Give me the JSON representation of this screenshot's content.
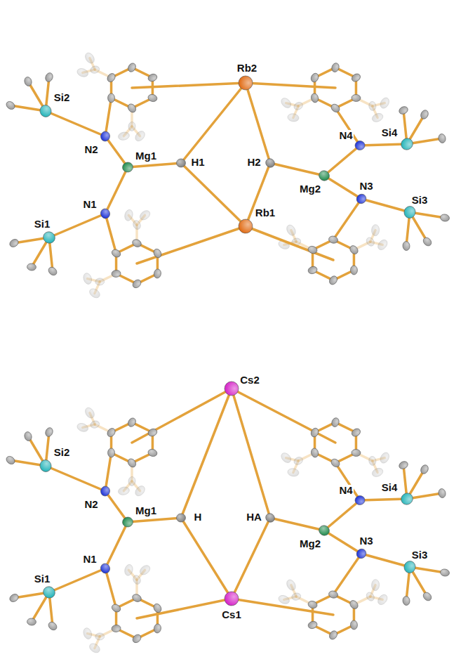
{
  "diagram": {
    "labels": [
      "Rb2",
      "Si2",
      "N2",
      "Mg1",
      "H1",
      "H2",
      "Mg2",
      "N4",
      "Si4",
      "N3",
      "Si3",
      "Rb1",
      "Si1",
      "N1",
      "Cs2",
      "Si2",
      "N2",
      "Mg1",
      "H",
      "HA",
      "Mg2",
      "N4",
      "Si4",
      "N3",
      "Si3",
      "Cs1",
      "Si1",
      "N1"
    ]
  }
}
